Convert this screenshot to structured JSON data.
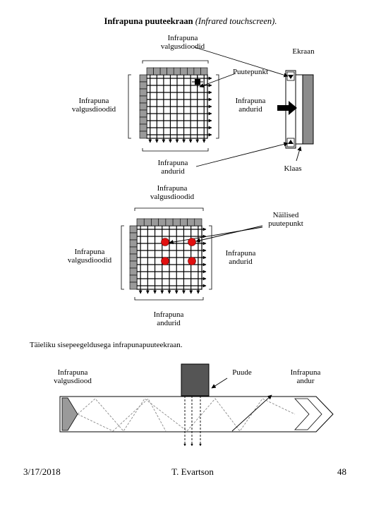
{
  "slide": {
    "title_bold": "Infrapuna puuteekraan",
    "title_italic": " (Infrared touchscreen).",
    "caption": "Täieliku sisepeegeldusega infrapunapuuteekraan."
  },
  "diagram1": {
    "label_emitters_top": [
      "Infrapuna",
      "valgusdioodid"
    ],
    "label_screen": "Ekraan",
    "label_touch_point": "Puutepunkt",
    "label_emitters_left": [
      "Infrapuna",
      "valgusdioodid"
    ],
    "label_sensors_right": [
      "Infrapuna",
      "andurid"
    ],
    "label_sensors_bottom": [
      "Infrapuna",
      "andurid"
    ],
    "label_glass": "Klaas"
  },
  "diagram2": {
    "label_emitters_top": [
      "Infrapuna",
      "valgusdioodid"
    ],
    "label_ghost_points": [
      "Näilised",
      "puutepunkt"
    ],
    "label_emitters_left": [
      "Infrapuna",
      "valgusdioodid"
    ],
    "label_sensors_right": [
      "Infrapuna",
      "andurid"
    ],
    "label_sensors_bottom": [
      "Infrapuna",
      "andurid"
    ]
  },
  "diagram3": {
    "label_emitter": [
      "Infrapuna",
      "valgusdiood"
    ],
    "label_touch": "Puude",
    "label_sensor": [
      "Infrapuna",
      "andur"
    ]
  },
  "footer": {
    "date": "3/17/2018",
    "author": "T. Evartson",
    "page": "48"
  },
  "colors": {
    "led_gray": "#9a9a9a",
    "touch_red": "#e01010",
    "finger_dark": "#555555",
    "screen_gray": "#8c8c8c"
  }
}
